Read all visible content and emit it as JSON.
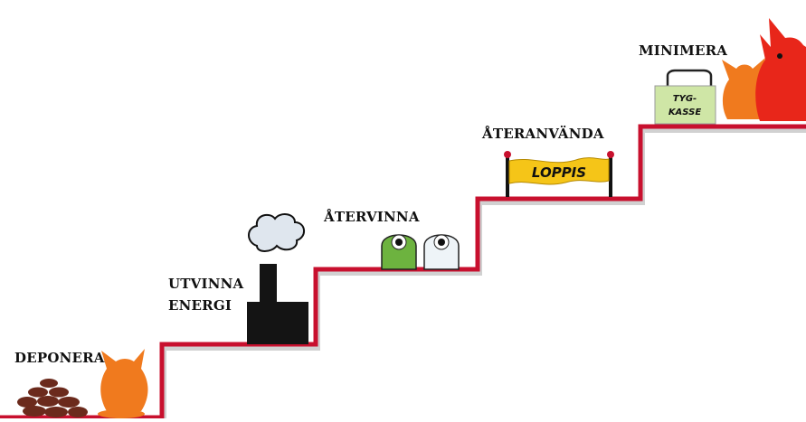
{
  "colors": {
    "stair_line": "#c8102e",
    "stair_shadow": "#9a9a9a",
    "factory": "#141414",
    "smoke_fill": "#dfe6ee",
    "green_bin": "#6db33f",
    "white_bin": "#eef4f8",
    "banner": "#f5c518",
    "bag": "#cfe6a6",
    "creature_orange": "#f07a1e",
    "creature_red": "#e8261a",
    "rocks": "#6b2a1c"
  },
  "steps": [
    {
      "id": "deponera",
      "label_lines": [
        "DEPONERA"
      ],
      "icon": "rock-pile-icon"
    },
    {
      "id": "utvinna",
      "label_lines": [
        "UTVINNA",
        "ENERGI"
      ],
      "icon": "factory-icon"
    },
    {
      "id": "atervinna",
      "label_lines": [
        "ÅTERVINNA"
      ],
      "icon": "recycling-bins-icon"
    },
    {
      "id": "ateranvanda",
      "label_lines": [
        "ÅTERANVÄNDA"
      ],
      "icon": "banner-icon"
    },
    {
      "id": "minimera",
      "label_lines": [
        "MINIMERA"
      ],
      "icon": "tote-bag-icon"
    }
  ],
  "banner": {
    "text": "LOPPIS"
  },
  "bag": {
    "text_line1": "TYG-",
    "text_line2": "KASSE"
  }
}
